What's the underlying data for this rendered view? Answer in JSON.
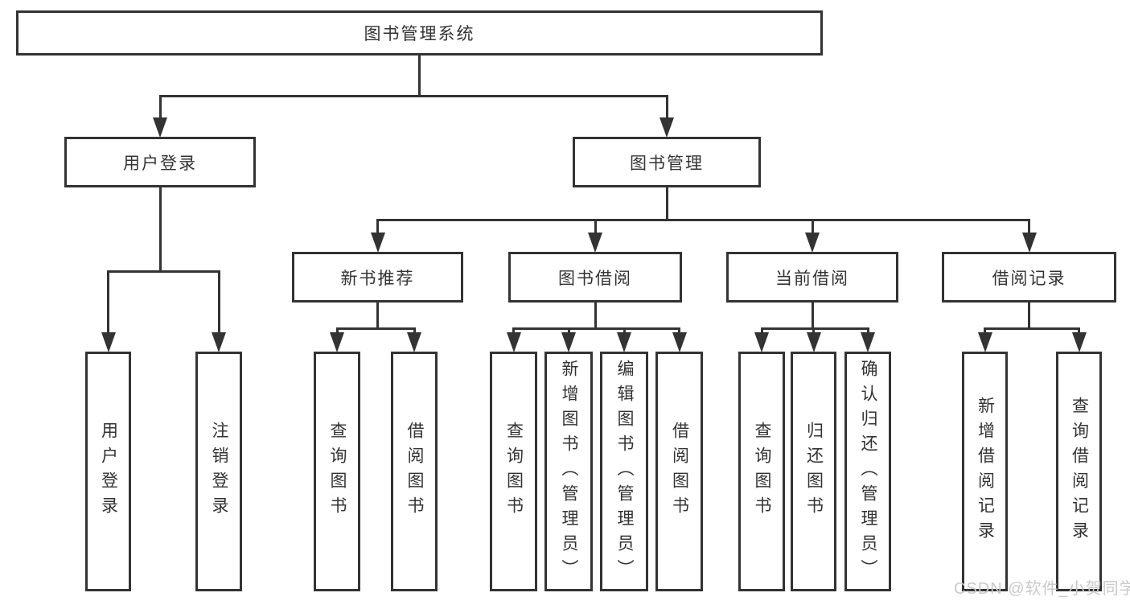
{
  "page": {
    "watermark": "CSDN @软件_小贺同学"
  },
  "colors": {
    "line": "#333333",
    "text": "#333333",
    "watermark": "#c9c9c9",
    "background": "#ffffff"
  },
  "diagram": {
    "type": "hierarchy-tree",
    "root": {
      "label": "图书管理系统"
    },
    "modules": [
      {
        "label": "用户登录",
        "children": [
          {
            "label": "用户登录"
          },
          {
            "label": "注销登录"
          }
        ]
      },
      {
        "label": "图书管理",
        "submodules": [
          {
            "label": "新书推荐",
            "children": [
              {
                "label": "查询图书"
              },
              {
                "label": "借阅图书"
              }
            ]
          },
          {
            "label": "图书借阅",
            "children": [
              {
                "label": "查询图书"
              },
              {
                "label": "新增图书（管理员）"
              },
              {
                "label": "编辑图书（管理员）"
              },
              {
                "label": "借阅图书"
              }
            ]
          },
          {
            "label": "当前借阅",
            "children": [
              {
                "label": "查询图书"
              },
              {
                "label": "归还图书"
              },
              {
                "label": "确认归还（管理员）"
              }
            ]
          },
          {
            "label": "借阅记录",
            "children": [
              {
                "label": "新增借阅记录"
              },
              {
                "label": "查询借阅记录"
              }
            ]
          }
        ]
      }
    ]
  }
}
